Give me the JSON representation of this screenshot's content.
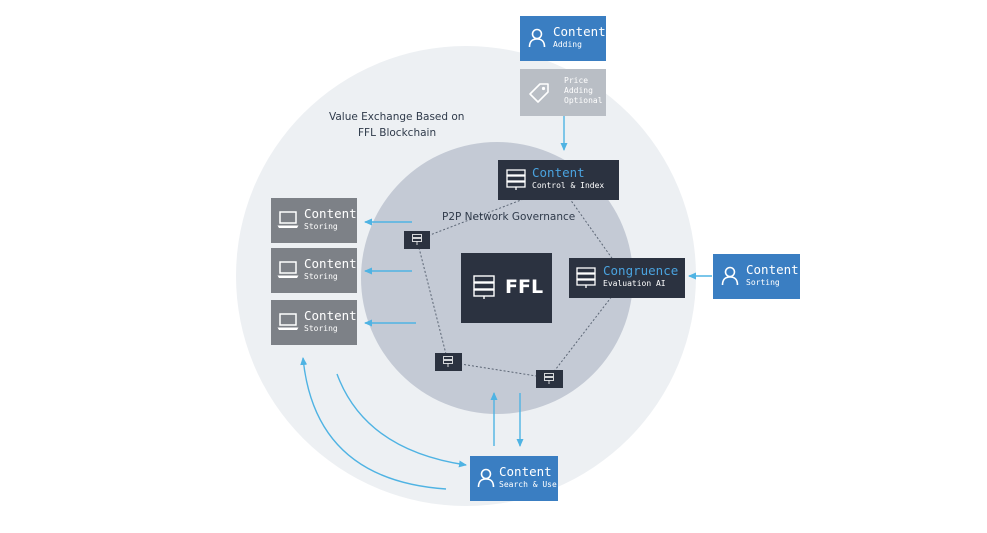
{
  "background_label_line1": "Value Exchange Based on",
  "background_label_line2": "FFL Blockchain",
  "network_label": "P2P Network Governance",
  "core_label": "FFL",
  "nodes": {
    "content_adding": {
      "title": "Content",
      "subtitle": "Adding"
    },
    "price_adding": {
      "line1": "Price",
      "line2": "Adding",
      "line3": "Optional"
    },
    "content_control": {
      "title": "Content",
      "subtitle": "Control & Index"
    },
    "congruence": {
      "title": "Congruence",
      "subtitle": "Evaluation AI"
    },
    "content_sorting": {
      "title": "Content",
      "subtitle": "Sorting"
    },
    "storing_1": {
      "title": "Content",
      "subtitle": "Storing"
    },
    "storing_2": {
      "title": "Content",
      "subtitle": "Storing"
    },
    "storing_3": {
      "title": "Content",
      "subtitle": "Storing"
    },
    "content_search": {
      "title": "Content",
      "subtitle": "Search & Use"
    }
  },
  "colors": {
    "outer_circle": "#edf0f3",
    "inner_circle": "#c4cad5",
    "user_box": "#3a7ec2",
    "server_box": "#2b3240",
    "storage_box": "#7d8187",
    "price_box": "#b9bec5",
    "arrow": "#4fb3e3",
    "network_line": "#5c6675"
  }
}
